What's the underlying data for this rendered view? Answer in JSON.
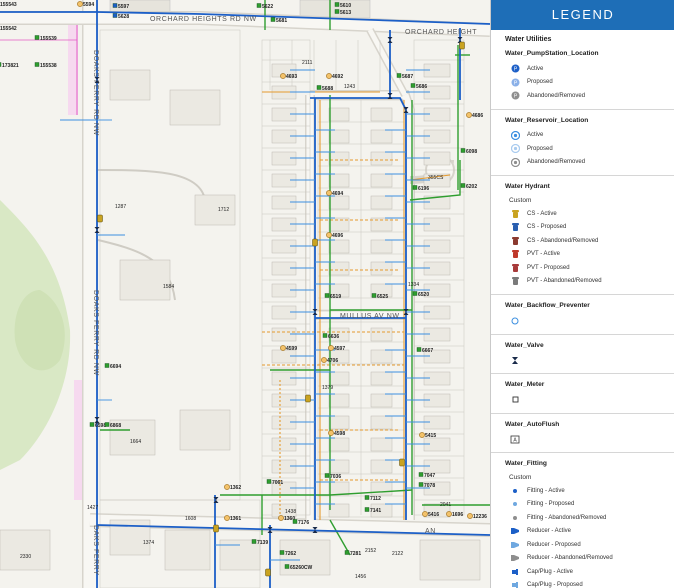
{
  "map": {
    "roads": {
      "orchard_heights_1": "ORCHARD HEIGHTS RD NW",
      "orchard_heights_2": "ORCHARD HEIGHT",
      "doaks_ferry_1": "DOAKS FERRY RD NW",
      "doaks_ferry_2": "DOAKS FERRY RD NW",
      "doaks_ferry_3": "DAKS FERRY",
      "mullus": "MULLUS AV NW",
      "bottom": "AN"
    },
    "labels": {
      "p1287": "1287",
      "p1712": "1712",
      "p1664": "1664",
      "p1584": "1584",
      "p1427": "1427",
      "p1608": "1608",
      "p1374": "1374",
      "p2111": "2111",
      "p1243": "1243",
      "p1379": "1379",
      "p2152": "2152",
      "p2122": "2122",
      "p1456": "1456",
      "p2041": "2041",
      "p1438": "1438",
      "p2330": "2330",
      "p1334": "1334",
      "p355cs": "355CS"
    },
    "assets": {
      "a155543": "155543",
      "a155542": "155542",
      "a155539": "155539",
      "a173821": "173821",
      "a155538": "155538",
      "a5594": "5594",
      "a5597": "5597",
      "a5628": "5628",
      "a5622": "5622",
      "a5681": "5681",
      "a5610": "5610",
      "a5613": "5613",
      "a4693": "4693",
      "a4692": "4692",
      "a5688": "5688",
      "a5687": "5687",
      "a5686": "5686",
      "a4694": "4694",
      "a4696": "4696",
      "a6196": "6196",
      "a6098": "6098",
      "a6202": "6202",
      "a4686": "4686",
      "a4599": "4599",
      "a4597": "4597",
      "a6519": "6519",
      "a6525": "6525",
      "a6520": "6520",
      "a6636": "6636",
      "a6667": "6667",
      "a4706": "4706",
      "a6694": "6694",
      "a6598": "6598",
      "a6868": "6868",
      "a4598": "4598",
      "a5415": "5415",
      "a7036": "7036",
      "a7047": "7047",
      "a7078": "7078",
      "a7112": "7112",
      "a7141": "7141",
      "a5416": "5416",
      "a1696": "1696",
      "a12236": "12236",
      "a7061": "7061",
      "a1362": "1362",
      "a1361": "1361",
      "a1360": "1360",
      "a7139": "7139",
      "a7176": "7176",
      "a7262": "7262",
      "a7281": "7281",
      "a65260": "65260CW"
    },
    "colors": {
      "main_blue": "#1c5fc7",
      "lateral_blue": "#3c8fe0",
      "green": "#2f9e2f",
      "orange": "#e59a2e",
      "boundary_pink": "#e35ac4"
    }
  },
  "legend": {
    "title": "LEGEND",
    "group": "Water Utilities",
    "layers": [
      {
        "title": "Water_PumpStation_Location",
        "items": [
          {
            "label": "Active",
            "icon": "pump-active-icon",
            "color": "#1c5fc7"
          },
          {
            "label": "Proposed",
            "icon": "pump-proposed-icon",
            "color": "#8ab0e8"
          },
          {
            "label": "Abandoned/Removed",
            "icon": "pump-abandoned-icon",
            "color": "#8e8e8e"
          }
        ]
      },
      {
        "title": "Water_Reservoir_Location",
        "items": [
          {
            "label": "Active",
            "icon": "reservoir-active-icon",
            "color": "#3c8fe0"
          },
          {
            "label": "Proposed",
            "icon": "reservoir-proposed-icon",
            "color": "#a9cbef"
          },
          {
            "label": "Abandoned/Removed",
            "icon": "reservoir-abandoned-icon",
            "color": "#8e8e8e"
          }
        ]
      },
      {
        "title": "Water Hydrant",
        "subtitle": "Custom",
        "items": [
          {
            "label": "CS - Active",
            "icon": "hydrant-cs-active-icon",
            "color": "#c9a321"
          },
          {
            "label": "CS - Proposed",
            "icon": "hydrant-cs-proposed-icon",
            "color": "#2a5fb0"
          },
          {
            "label": "CS - Abandoned/Removed",
            "icon": "hydrant-cs-abandoned-icon",
            "color": "#8b3a2f"
          },
          {
            "label": "PVT - Active",
            "icon": "hydrant-pvt-active-icon",
            "color": "#c0392b"
          },
          {
            "label": "PVT - Proposed",
            "icon": "hydrant-pvt-proposed-icon",
            "color": "#a83a3a"
          },
          {
            "label": "PVT - Abandoned/Removed",
            "icon": "hydrant-pvt-abandoned-icon",
            "color": "#7a7a7a"
          }
        ]
      },
      {
        "title": "Water_Backflow_Preventer",
        "items": [
          {
            "label": "",
            "icon": "backflow-icon",
            "color": "#3c8fe0"
          }
        ]
      },
      {
        "title": "Water_Valve",
        "items": [
          {
            "label": "",
            "icon": "valve-icon",
            "color": "#1a2b4a"
          }
        ]
      },
      {
        "title": "Water_Meter",
        "items": [
          {
            "label": "",
            "icon": "meter-icon",
            "color": "#333333"
          }
        ]
      },
      {
        "title": "Water_AutoFlush",
        "items": [
          {
            "label": "",
            "icon": "autoflush-icon",
            "color": "#333333"
          }
        ]
      },
      {
        "title": "Water_Fitting",
        "subtitle": "Custom",
        "items": [
          {
            "label": "Fitting - Active",
            "icon": "fitting-active-icon",
            "color": "#1c5fc7"
          },
          {
            "label": "Fitting - Proposed",
            "icon": "fitting-proposed-icon",
            "color": "#6fa8e0"
          },
          {
            "label": "Fitting - Abandoned/Removed",
            "icon": "fitting-abandoned-icon",
            "color": "#8e8e8e"
          },
          {
            "label": "Reducer - Active",
            "icon": "reducer-active-icon",
            "color": "#1c5fc7"
          },
          {
            "label": "Reducer - Proposed",
            "icon": "reducer-proposed-icon",
            "color": "#6fa8e0"
          },
          {
            "label": "Reducer - Abandoned/Removed",
            "icon": "reducer-abandoned-icon",
            "color": "#8e8e8e"
          },
          {
            "label": "Cap/Plug - Active",
            "icon": "cap-active-icon",
            "color": "#1c5fc7"
          },
          {
            "label": "Cap/Plug - Proposed",
            "icon": "cap-proposed-icon",
            "color": "#6fa8e0"
          },
          {
            "label": "Cap/Plug - Abandoned/Removed",
            "icon": "cap-abandoned-icon",
            "color": "#8e8e8e"
          }
        ]
      }
    ]
  }
}
